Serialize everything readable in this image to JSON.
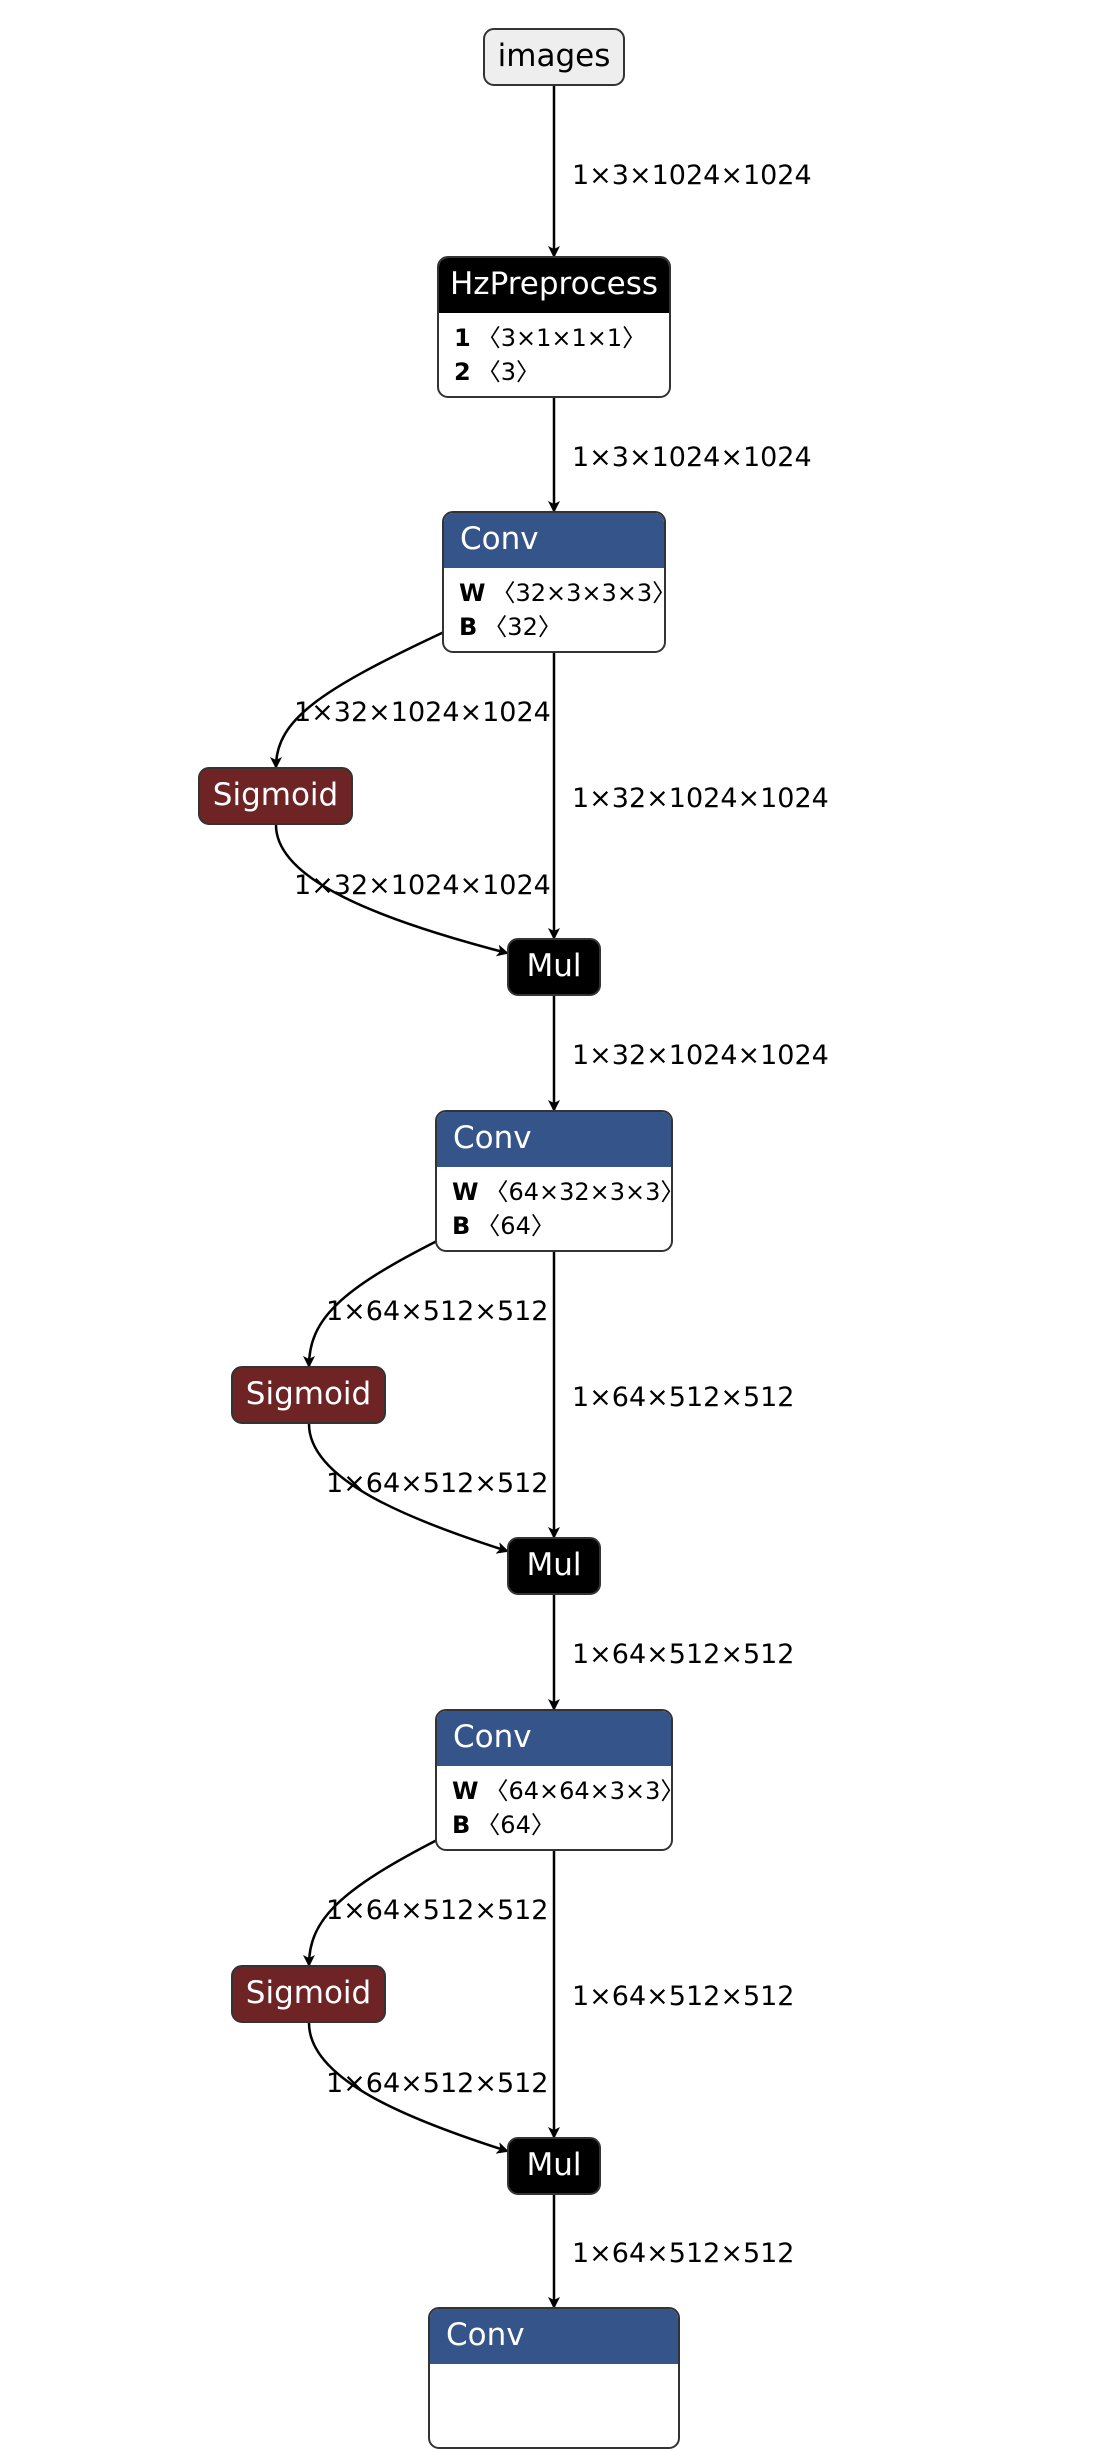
{
  "graph": {
    "input_node": {
      "label": "images"
    },
    "preprocess": {
      "label": "HzPreprocess",
      "attrs": [
        {
          "key": "1",
          "val": "〈3×1×1×1〉"
        },
        {
          "key": "2",
          "val": "〈3〉"
        }
      ]
    },
    "blocks": [
      {
        "conv": {
          "label": "Conv",
          "attrs": [
            {
              "key": "W",
              "val": "〈32×3×3×3〉"
            },
            {
              "key": "B",
              "val": "〈32〉"
            }
          ]
        },
        "sigmoid": {
          "label": "Sigmoid"
        },
        "mul": {
          "label": "Mul"
        },
        "edge_conv_sigmoid": "1×32×1024×1024",
        "edge_conv_mul": "1×32×1024×1024",
        "edge_sigmoid_mul": "1×32×1024×1024",
        "edge_out": "1×32×1024×1024"
      },
      {
        "conv": {
          "label": "Conv",
          "attrs": [
            {
              "key": "W",
              "val": "〈64×32×3×3〉"
            },
            {
              "key": "B",
              "val": "〈64〉"
            }
          ]
        },
        "sigmoid": {
          "label": "Sigmoid"
        },
        "mul": {
          "label": "Mul"
        },
        "edge_conv_sigmoid": "1×64×512×512",
        "edge_conv_mul": "1×64×512×512",
        "edge_sigmoid_mul": "1×64×512×512",
        "edge_out": "1×64×512×512"
      },
      {
        "conv": {
          "label": "Conv",
          "attrs": [
            {
              "key": "W",
              "val": "〈64×64×3×3〉"
            },
            {
              "key": "B",
              "val": "〈64〉"
            }
          ]
        },
        "sigmoid": {
          "label": "Sigmoid"
        },
        "mul": {
          "label": "Mul"
        },
        "edge_conv_sigmoid": "1×64×512×512",
        "edge_conv_mul": "1×64×512×512",
        "edge_sigmoid_mul": "1×64×512×512",
        "edge_out": "1×64×512×512"
      }
    ],
    "edges": {
      "images_to_preprocess": "1×3×1024×1024",
      "preprocess_to_conv": "1×3×1024×1024"
    },
    "next_node": {
      "label": "Conv"
    },
    "colors": {
      "conv_header": "#35548a",
      "sigmoid": "#6e2424",
      "mul": "#000000",
      "preprocess_header": "#000000",
      "input_fill": "#eeeeee",
      "border": "#333333",
      "edge": "#000000"
    }
  }
}
